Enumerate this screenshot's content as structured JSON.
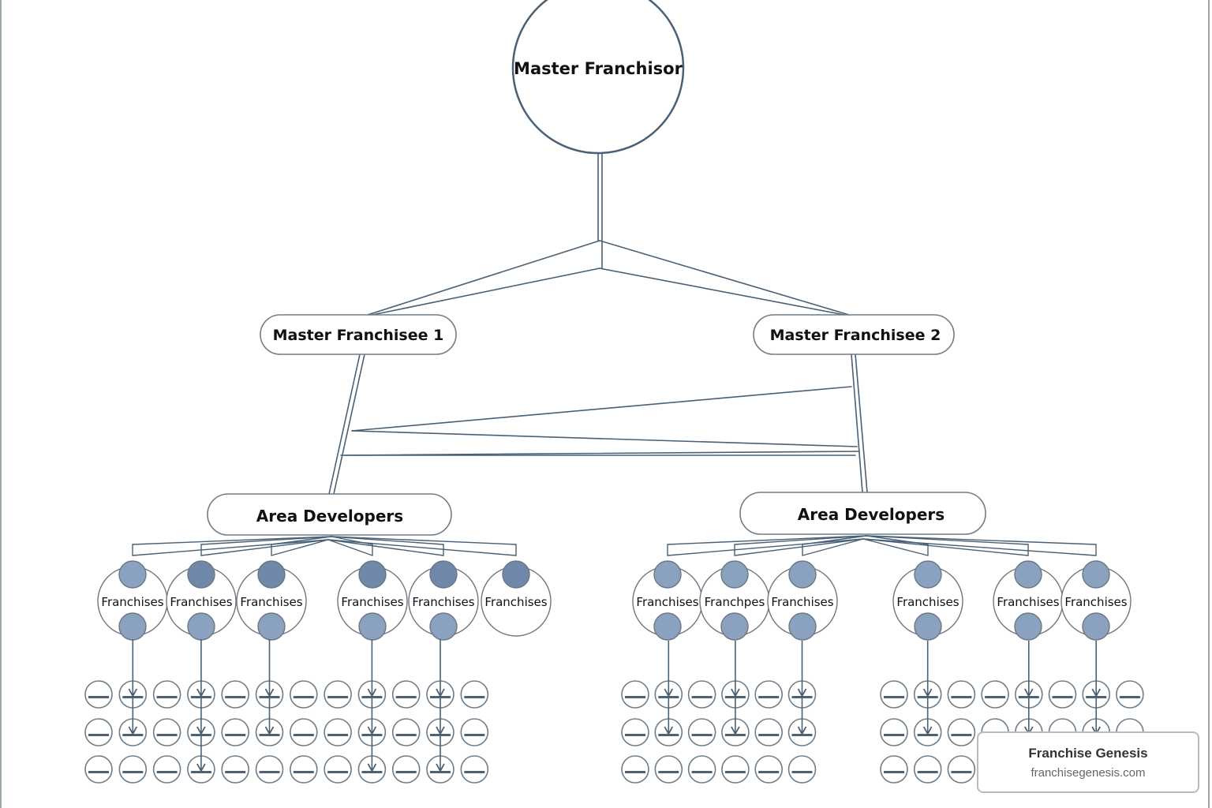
{
  "diagram": {
    "title": "Master Franchise Structure",
    "colors": {
      "line": "#4a6074",
      "node_stroke": "#4a6074",
      "pill_stroke": "#6f7d88",
      "franchise_stroke": "#6d7780",
      "franchise_fill": "#8aa1bf",
      "franchise_fill_dark": "#6f88aa",
      "unit_stroke": "#6f7d88",
      "unit_bar": "#4f6274"
    },
    "root": {
      "label": "Master Franchisor"
    },
    "master_franchisees": [
      {
        "label": "Master Franchisee 1"
      },
      {
        "label": "Master Franchisee 2"
      }
    ],
    "area_developers": [
      {
        "label": "Area Developers",
        "franchises": [
          "Franchises",
          "Franchises",
          "Franchises",
          "Franchises",
          "Franchises",
          "Franchises"
        ],
        "franchise_has_child_link": [
          true,
          true,
          true,
          true,
          true,
          false
        ],
        "unit_groups": [
          {
            "columns": 12,
            "rows": 3,
            "linked_columns": [
              1,
              3,
              5,
              8,
              10
            ],
            "link_depth": [
              2,
              3,
              2,
              3,
              3
            ]
          }
        ]
      },
      {
        "label": "Area Developers",
        "franchises": [
          "Franchises",
          "Franchpes",
          "Franchises",
          "Franchises",
          "Franchises",
          "Franchises"
        ],
        "franchise_has_child_link": [
          true,
          true,
          true,
          true,
          true,
          true
        ],
        "unit_groups": [
          {
            "columns": 6,
            "rows": 3,
            "linked_columns": [
              1,
              3,
              5
            ],
            "link_depth": [
              2,
              2,
              2
            ]
          },
          {
            "columns": 8,
            "rows": 3,
            "linked_columns": [
              1,
              4,
              6
            ],
            "link_depth": [
              2,
              2,
              2
            ]
          }
        ]
      }
    ]
  },
  "watermark": {
    "title": "Franchise Genesis",
    "url": "franchisegenesis.com"
  }
}
